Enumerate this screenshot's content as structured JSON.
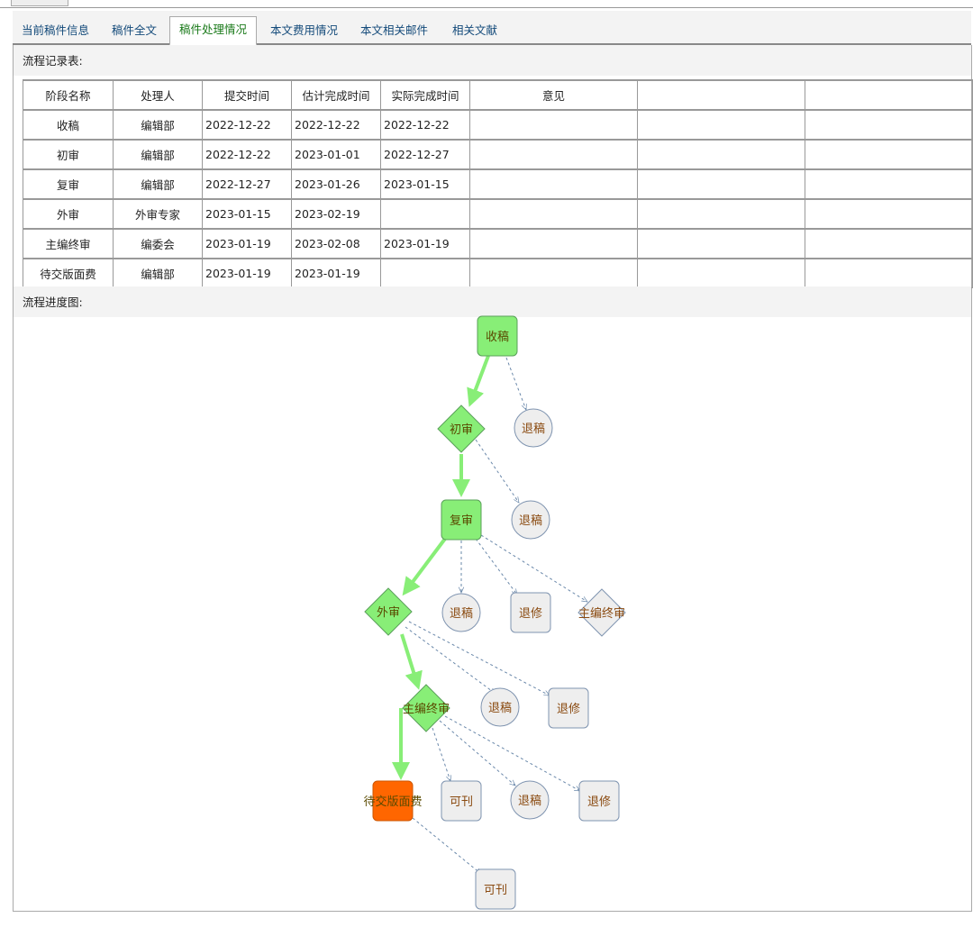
{
  "tabs": [
    "当前稿件信息",
    "稿件全文",
    "稿件处理情况",
    "本文费用情况",
    "本文相关邮件",
    "相关文献"
  ],
  "active_tab": 2,
  "record_title": "流程记录表:",
  "columns": [
    "阶段名称",
    "处理人",
    "提交时间",
    "估计完成时间",
    "实际完成时间",
    "意见",
    "",
    ""
  ],
  "rows": [
    [
      "收稿",
      "编辑部",
      "2022-12-22",
      "2022-12-22",
      "2022-12-22",
      "",
      "",
      ""
    ],
    [
      "初审",
      "编辑部",
      "2022-12-22",
      "2023-01-01",
      "2022-12-27",
      "",
      "",
      ""
    ],
    [
      "复审",
      "编辑部",
      "2022-12-27",
      "2023-01-26",
      "2023-01-15",
      "",
      "",
      ""
    ],
    [
      "外审",
      "外审专家",
      "2023-01-15",
      "2023-02-19",
      "",
      "",
      "",
      ""
    ],
    [
      "主编终审",
      "编委会",
      "2023-01-19",
      "2023-02-08",
      "2023-01-19",
      "",
      "",
      ""
    ],
    [
      "待交版面费",
      "编辑部",
      "2023-01-19",
      "2023-01-19",
      "",
      "",
      "",
      ""
    ]
  ],
  "flow_title": "流程进度图:",
  "colors": {
    "done": "#88ee77",
    "current": "#ff6600",
    "pending": "#eeeeee",
    "edge_done": "#88ee77",
    "edge_option": "#6a88aa"
  },
  "nodes": [
    {
      "id": "n1",
      "label": "收稿",
      "shape": "rect",
      "status": "done"
    },
    {
      "id": "n2",
      "label": "退稿",
      "shape": "circle",
      "status": "pending"
    },
    {
      "id": "n3",
      "label": "初审",
      "shape": "diamond",
      "status": "done"
    },
    {
      "id": "n4",
      "label": "退稿",
      "shape": "circle",
      "status": "pending"
    },
    {
      "id": "n5",
      "label": "复审",
      "shape": "rect",
      "status": "done"
    },
    {
      "id": "n6",
      "label": "外审",
      "shape": "diamond",
      "status": "done"
    },
    {
      "id": "n7",
      "label": "退稿",
      "shape": "circle",
      "status": "pending"
    },
    {
      "id": "n8",
      "label": "退修",
      "shape": "rect",
      "status": "pending"
    },
    {
      "id": "n9",
      "label": "主编终审",
      "shape": "diamond",
      "status": "pending"
    },
    {
      "id": "n10",
      "label": "主编终审",
      "shape": "diamond",
      "status": "done"
    },
    {
      "id": "n11",
      "label": "退稿",
      "shape": "circle",
      "status": "pending"
    },
    {
      "id": "n12",
      "label": "退修",
      "shape": "rect",
      "status": "pending"
    },
    {
      "id": "n13",
      "label": "待交版面费",
      "shape": "rect",
      "status": "current"
    },
    {
      "id": "n14",
      "label": "可刊",
      "shape": "rect",
      "status": "pending"
    },
    {
      "id": "n15",
      "label": "退稿",
      "shape": "circle",
      "status": "pending"
    },
    {
      "id": "n16",
      "label": "退修",
      "shape": "rect",
      "status": "pending"
    },
    {
      "id": "n17",
      "label": "可刊",
      "shape": "rect",
      "status": "pending"
    }
  ]
}
